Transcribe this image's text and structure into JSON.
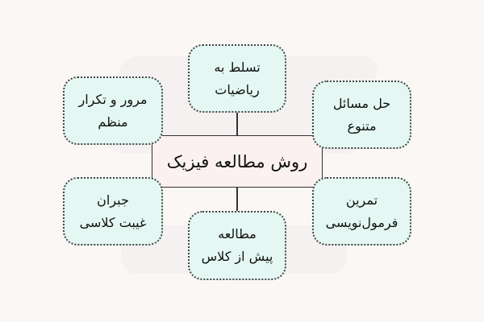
{
  "center": {
    "label": "روش مطالعه فیزیک"
  },
  "nodes": [
    {
      "line1": "تسلط به",
      "line2": "ریاضیات"
    },
    {
      "line1": "مرور و تکرار",
      "line2": "منظم"
    },
    {
      "line1": "حل مسائل",
      "line2": "متنوع"
    },
    {
      "line1": "جبران",
      "line2": "غیبت کلاسی"
    },
    {
      "line1": "تمرین",
      "line2": "فرمول‌نویسی"
    },
    {
      "line1": "مطالعه",
      "line2": "پیش از کلاس"
    }
  ],
  "colors": {
    "node_fill": "#e4f7f2",
    "center_fill": "#fcf1f1",
    "background": "#faf7f5"
  }
}
